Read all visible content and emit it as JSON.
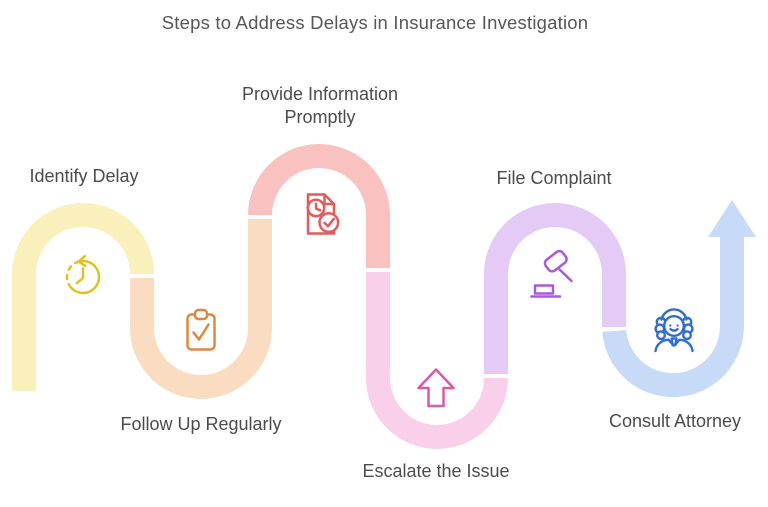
{
  "title": {
    "text": "Steps to Address Delays in Insurance Investigation",
    "color": "#57575A"
  },
  "background_color": "#FFFFFF",
  "label_color": "#4C4C4E",
  "steps": [
    {
      "label": "Identify Delay",
      "icon": "history-clock-icon",
      "ribbon_color": "#FAF0BC",
      "icon_color": "#E0C320"
    },
    {
      "label": "Follow Up Regularly",
      "icon": "clipboard-check-icon",
      "ribbon_color": "#FADCC1",
      "icon_color": "#E0873C"
    },
    {
      "label": "Provide Information Promptly",
      "icon": "document-clock-check-icon",
      "ribbon_color": "#F9C1C0",
      "icon_color": "#E55A5A"
    },
    {
      "label": "Escalate the Issue",
      "icon": "arrow-up-icon",
      "ribbon_color": "#F9CFE9",
      "icon_color": "#DE58A5"
    },
    {
      "label": "File Complaint",
      "icon": "gavel-icon",
      "ribbon_color": "#E4CBF5",
      "icon_color": "#A958E2"
    },
    {
      "label": "Consult Attorney",
      "icon": "attorney-icon",
      "ribbon_color": "#C7DBF8",
      "icon_color": "#2F6BDC"
    }
  ]
}
